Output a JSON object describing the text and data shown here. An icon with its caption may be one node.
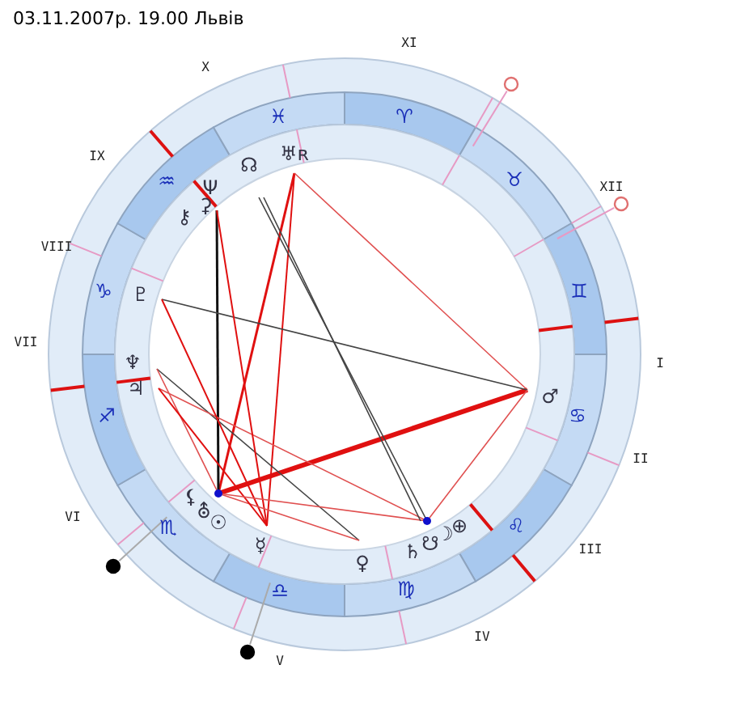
{
  "diagram": {
    "title": "03.11.2007р. 19.00 Львів",
    "labels": [
      "XI",
      "X",
      "♓",
      "♈",
      "♅ʀ",
      "☊",
      "IX",
      "♒",
      "♉",
      "XII",
      "Ψ",
      "⚳",
      "⚷",
      "VIII",
      "♑",
      "♇",
      "♊",
      "VII",
      "I",
      "♆",
      "♃",
      "♂",
      "♐",
      "♋",
      "II",
      "VI",
      "♏",
      "⚸",
      "⛢",
      "☉",
      "☿",
      "♀",
      "♄",
      "☋",
      "☽",
      "⊕",
      "♌",
      "III",
      "♎",
      "♍",
      "IV",
      "V"
    ]
  }
}
